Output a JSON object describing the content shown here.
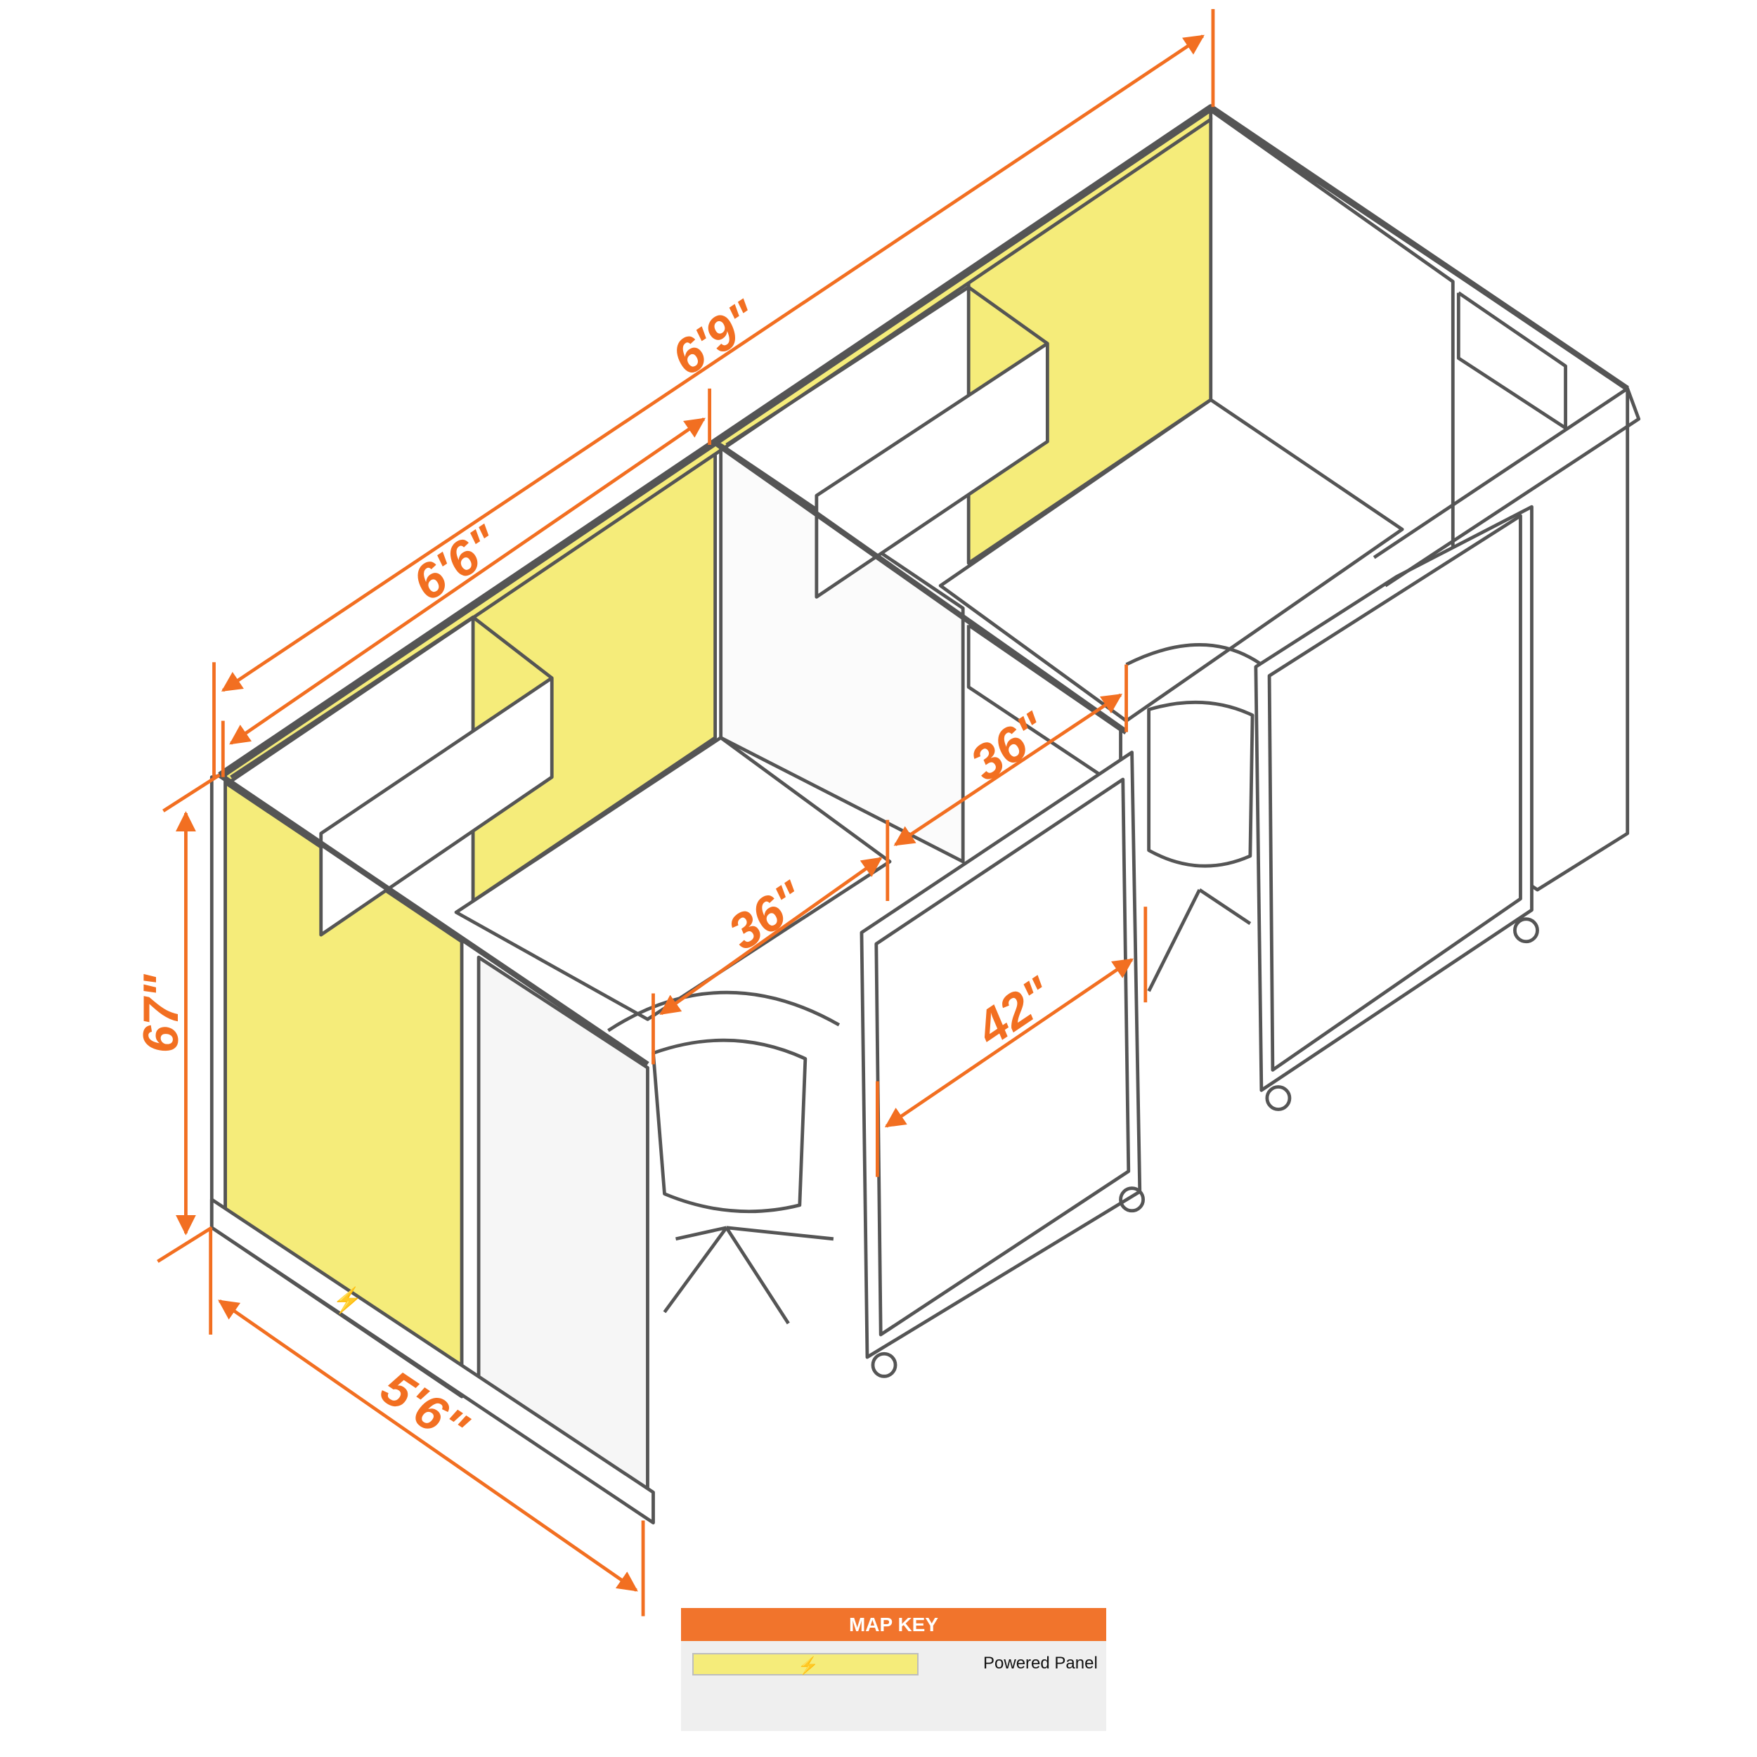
{
  "dimensions": {
    "overall_length": "6'9\"",
    "inner_length": "6'6\"",
    "height": "67\"",
    "depth": "5'6\"",
    "opening_left": "36\"",
    "opening_right": "36\"",
    "door_width": "42\""
  },
  "map_key": {
    "title": "MAP KEY",
    "items": [
      {
        "label": "Powered Panel",
        "icon": "lightning-bolt-icon",
        "swatch_color": "#f5ec7a"
      }
    ]
  },
  "colors": {
    "dimension": "#f26f21",
    "powered_panel": "#f5ec7a",
    "frame": "#555555"
  }
}
